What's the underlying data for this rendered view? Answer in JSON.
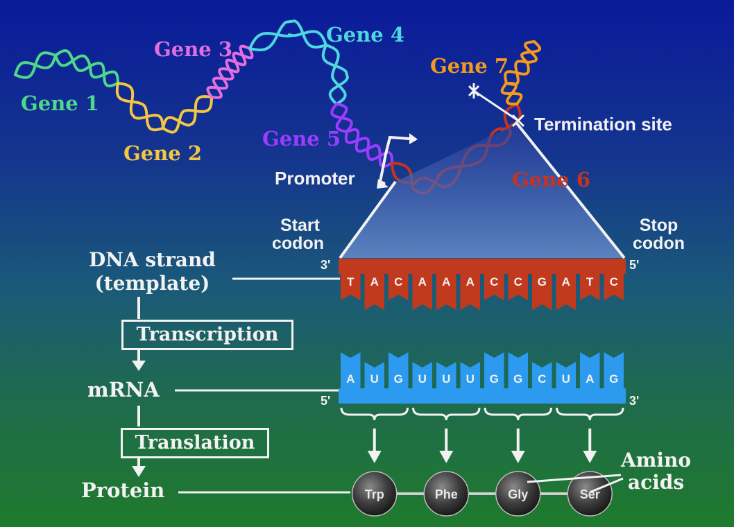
{
  "genes": [
    {
      "label": "Gene 1",
      "color": "#4fd88a"
    },
    {
      "label": "Gene 2",
      "color": "#f3c744"
    },
    {
      "label": "Gene 3",
      "color": "#e26ee0"
    },
    {
      "label": "Gene 4",
      "color": "#4fd6df"
    },
    {
      "label": "Gene 5",
      "color": "#9b3cff"
    },
    {
      "label": "Gene 6",
      "color": "#c8331f"
    },
    {
      "label": "Gene 7",
      "color": "#f39a1c"
    }
  ],
  "promoter_label": "Promoter",
  "termination_label": "Termination site",
  "start_codon_label": [
    "Start",
    "codon"
  ],
  "stop_codon_label": [
    "Stop",
    "codon"
  ],
  "dna_label": [
    "DNA strand",
    "(template)"
  ],
  "transcription_label": "Transcription",
  "mrna_label": "mRNA",
  "translation_label": "Translation",
  "protein_label": "Protein",
  "amino_acids_label": [
    "Amino",
    "acids"
  ],
  "dna_ends": {
    "left": "3'",
    "right": "5'"
  },
  "mrna_ends": {
    "left": "5'",
    "right": "3'"
  },
  "dna_bases": [
    "T",
    "A",
    "C",
    "A",
    "A",
    "A",
    "C",
    "C",
    "G",
    "A",
    "T",
    "C"
  ],
  "mrna_bases": [
    "A",
    "U",
    "G",
    "U",
    "U",
    "U",
    "G",
    "G",
    "C",
    "U",
    "A",
    "G"
  ],
  "amino_acids": [
    "Trp",
    "Phe",
    "Gly",
    "Ser"
  ],
  "colors": {
    "dna": "#c23a1e",
    "mrna": "#2c9aef",
    "text": "#f2f2f2"
  }
}
